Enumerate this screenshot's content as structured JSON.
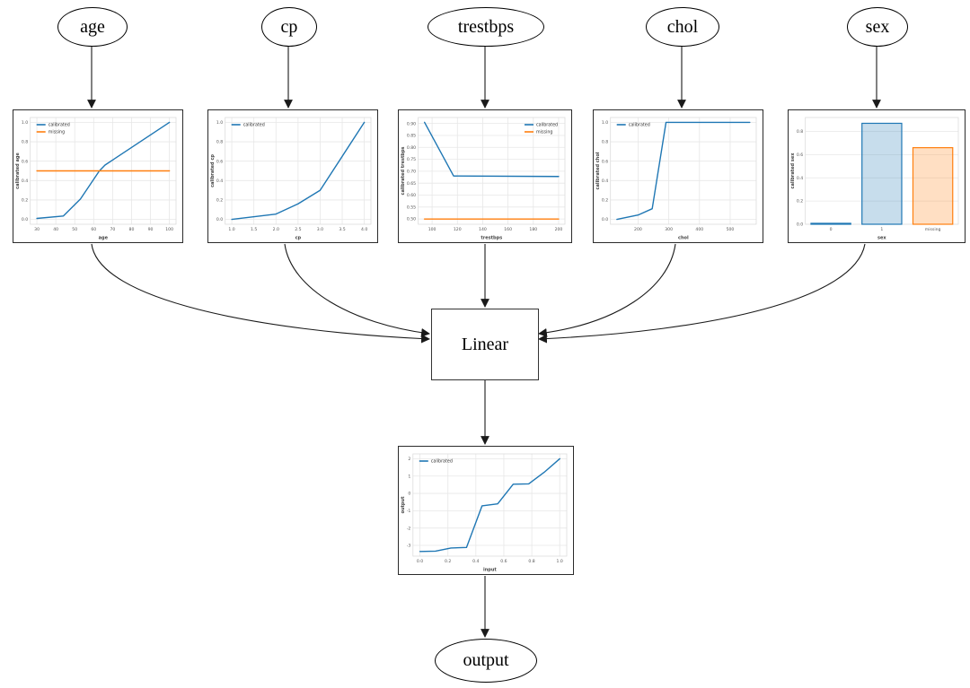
{
  "nodes": {
    "age": "age",
    "cp": "cp",
    "trestbps": "trestbps",
    "chol": "chol",
    "sex": "sex",
    "linear": "Linear",
    "output": "output"
  },
  "colors": {
    "calibrated_line": "#1f77b4",
    "missing_line": "#ff7f0e",
    "edge_stroke": "#1a1a1a",
    "grid": "#e7e7e7"
  },
  "chart_data": [
    {
      "id": "age",
      "type": "line",
      "title": "",
      "xlabel": "age",
      "ylabel": "calibrated age",
      "xlim": [
        26.5,
        103.5
      ],
      "ylim": [
        -0.05,
        1.05
      ],
      "xticks": [
        30,
        40,
        50,
        60,
        70,
        80,
        90,
        100
      ],
      "xtick_labels": [
        "30",
        "40",
        "50",
        "60",
        "70",
        "80",
        "90",
        "100"
      ],
      "yticks": [
        0.0,
        0.2,
        0.4,
        0.6,
        0.8,
        1.0
      ],
      "ytick_labels": [
        "0.0",
        "0.2",
        "0.4",
        "0.6",
        "0.8",
        "1.0"
      ],
      "grid": true,
      "legend": {
        "position": "top-left",
        "entries": [
          "calibrated",
          "missing"
        ]
      },
      "series": [
        {
          "name": "calibrated",
          "color": "#1f77b4",
          "x": [
            30,
            44,
            53,
            63,
            66,
            100
          ],
          "y": [
            0.01,
            0.035,
            0.21,
            0.5,
            0.56,
            1.0
          ]
        },
        {
          "name": "missing",
          "color": "#ff7f0e",
          "x": [
            30,
            100
          ],
          "y": [
            0.5,
            0.5
          ]
        }
      ]
    },
    {
      "id": "cp",
      "type": "line",
      "title": "",
      "xlabel": "cp",
      "ylabel": "calibrated cp",
      "xlim": [
        0.85,
        4.15
      ],
      "ylim": [
        -0.05,
        1.05
      ],
      "xticks": [
        1.0,
        1.5,
        2.0,
        2.5,
        3.0,
        3.5,
        4.0
      ],
      "xtick_labels": [
        "1.0",
        "1.5",
        "2.0",
        "2.5",
        "3.0",
        "3.5",
        "4.0"
      ],
      "yticks": [
        0.0,
        0.2,
        0.4,
        0.6,
        0.8,
        1.0
      ],
      "ytick_labels": [
        "0.0",
        "0.2",
        "0.4",
        "0.6",
        "0.8",
        "1.0"
      ],
      "grid": true,
      "legend": {
        "position": "top-left",
        "entries": [
          "calibrated"
        ]
      },
      "series": [
        {
          "name": "calibrated",
          "color": "#1f77b4",
          "x": [
            1,
            2,
            2.5,
            3,
            4
          ],
          "y": [
            0.0,
            0.055,
            0.16,
            0.3,
            1.0
          ]
        }
      ]
    },
    {
      "id": "trestbps",
      "type": "line",
      "title": "",
      "xlabel": "trestbps",
      "ylabel": "calibrated trestbps",
      "xlim": [
        89,
        205
      ],
      "ylim": [
        0.478,
        0.925
      ],
      "xticks": [
        100,
        120,
        140,
        160,
        180,
        200
      ],
      "xtick_labels": [
        "100",
        "120",
        "140",
        "160",
        "180",
        "200"
      ],
      "yticks": [
        0.5,
        0.55,
        0.6,
        0.65,
        0.7,
        0.75,
        0.8,
        0.85,
        0.9
      ],
      "ytick_labels": [
        "0.50",
        "0.55",
        "0.60",
        "0.65",
        "0.70",
        "0.75",
        "0.80",
        "0.85",
        "0.90"
      ],
      "grid": true,
      "legend": {
        "position": "top-right",
        "entries": [
          "calibrated",
          "missing"
        ]
      },
      "series": [
        {
          "name": "calibrated",
          "color": "#1f77b4",
          "x": [
            94,
            117,
            200
          ],
          "y": [
            0.905,
            0.68,
            0.678
          ]
        },
        {
          "name": "missing",
          "color": "#ff7f0e",
          "x": [
            94,
            200
          ],
          "y": [
            0.5,
            0.5
          ]
        }
      ]
    },
    {
      "id": "chol",
      "type": "line",
      "title": "",
      "xlabel": "chol",
      "ylabel": "calibrated chol",
      "xlim": [
        110,
        585
      ],
      "ylim": [
        -0.05,
        1.05
      ],
      "xticks": [
        200,
        300,
        400,
        500
      ],
      "xtick_labels": [
        "200",
        "300",
        "400",
        "500"
      ],
      "yticks": [
        0.0,
        0.2,
        0.4,
        0.6,
        0.8,
        1.0
      ],
      "ytick_labels": [
        "0.0",
        "0.2",
        "0.4",
        "0.6",
        "0.8",
        "1.0"
      ],
      "grid": true,
      "legend": {
        "position": "top-left",
        "entries": [
          "calibrated"
        ]
      },
      "series": [
        {
          "name": "calibrated",
          "color": "#1f77b4",
          "x": [
            131,
            200,
            246,
            291,
            564
          ],
          "y": [
            0.0,
            0.045,
            0.11,
            1.0,
            1.0
          ]
        }
      ]
    },
    {
      "id": "sex",
      "type": "bar",
      "title": "",
      "xlabel": "sex",
      "ylabel": "calibrated sex",
      "ylim": [
        0,
        0.92
      ],
      "categories": [
        "0",
        "1",
        "missing"
      ],
      "values": [
        0.008,
        0.87,
        0.66
      ],
      "bar_colors": [
        "#1f77b4",
        "#1f77b4",
        "#ff7f0e"
      ],
      "yticks": [
        0.0,
        0.2,
        0.4,
        0.6,
        0.8
      ],
      "ytick_labels": [
        "0.0",
        "0.2",
        "0.4",
        "0.6",
        "0.8"
      ],
      "grid": true
    },
    {
      "id": "output",
      "type": "line",
      "title": "",
      "xlabel": "input",
      "ylabel": "output",
      "xlim": [
        -0.05,
        1.05
      ],
      "ylim": [
        -3.62,
        2.28
      ],
      "xticks": [
        0.0,
        0.2,
        0.4,
        0.6,
        0.8,
        1.0
      ],
      "xtick_labels": [
        "0.0",
        "0.2",
        "0.4",
        "0.6",
        "0.8",
        "1.0"
      ],
      "yticks": [
        -3,
        -2,
        -1,
        0,
        1,
        2
      ],
      "ytick_labels": [
        "-3",
        "-2",
        "-1",
        "0",
        "1",
        "2"
      ],
      "grid": true,
      "legend": {
        "position": "top-left",
        "entries": [
          "calibrated"
        ]
      },
      "series": [
        {
          "name": "calibrated",
          "color": "#1f77b4",
          "x": [
            0,
            0.111,
            0.222,
            0.333,
            0.444,
            0.556,
            0.667,
            0.778,
            0.889,
            1.0
          ],
          "y": [
            -3.35,
            -3.33,
            -3.15,
            -3.12,
            -0.72,
            -0.6,
            0.53,
            0.55,
            1.22,
            2.0
          ]
        }
      ]
    }
  ]
}
